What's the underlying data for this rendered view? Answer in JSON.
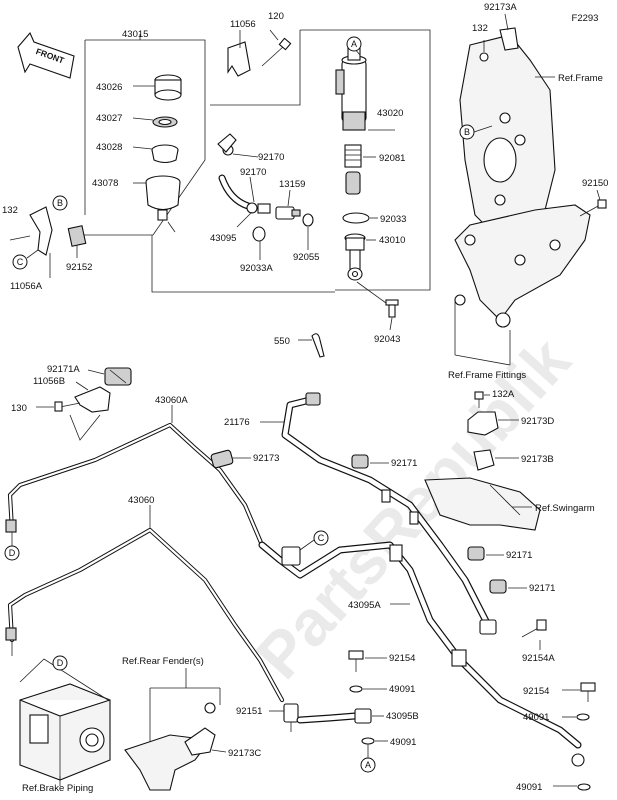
{
  "diagram_code": "F2293",
  "watermark": "PartsRepublik",
  "front_arrow": "FRONT",
  "callouts": [
    "A",
    "B",
    "C",
    "D"
  ],
  "part_labels": {
    "p43015": "43015",
    "p11056": "11056",
    "p120": "120",
    "p92173A": "92173A",
    "p132_top": "132",
    "p43026": "43026",
    "p43027": "43027",
    "p43028": "43028",
    "p43078": "43078",
    "p43020": "43020",
    "p92081": "92081",
    "p92170a": "92170",
    "p92170b": "92170",
    "p13159": "13159",
    "p43095": "43095",
    "p92033A": "92033A",
    "p92055": "92055",
    "p92033": "92033",
    "p43010": "43010",
    "p132_left": "132",
    "p92152": "92152",
    "p11056A": "11056A",
    "p550": "550",
    "p92043": "92043",
    "p92150": "92150",
    "p92171A": "92171A",
    "p11056B": "11056B",
    "p130": "130",
    "p43060A": "43060A",
    "p21176": "21176",
    "p92173": "92173",
    "p92171_a": "92171",
    "p132A": "132A",
    "p92173D": "92173D",
    "p92173B": "92173B",
    "p43060": "43060",
    "p92171_b": "92171",
    "p92171_c": "92171",
    "p43095A": "43095A",
    "p92154A": "92154A",
    "p92154_mid": "92154",
    "p49091_mid": "49091",
    "p92154_right": "92154",
    "p49091_right": "49091",
    "p92151": "92151",
    "p43095B": "43095B",
    "p49091_low": "49091",
    "p92173C": "92173C",
    "p49091_bottom": "49091"
  },
  "references": {
    "ref_frame": "Ref.Frame",
    "ref_frame_fittings": "Ref.Frame Fittings",
    "ref_swingarm": "Ref.Swingarm",
    "ref_rear_fender": "Ref.Rear Fender(s)",
    "ref_brake_piping": "Ref.Brake Piping"
  },
  "colors": {
    "ink": "#111111",
    "watermark": "#d9d9d9",
    "background": "#ffffff"
  }
}
